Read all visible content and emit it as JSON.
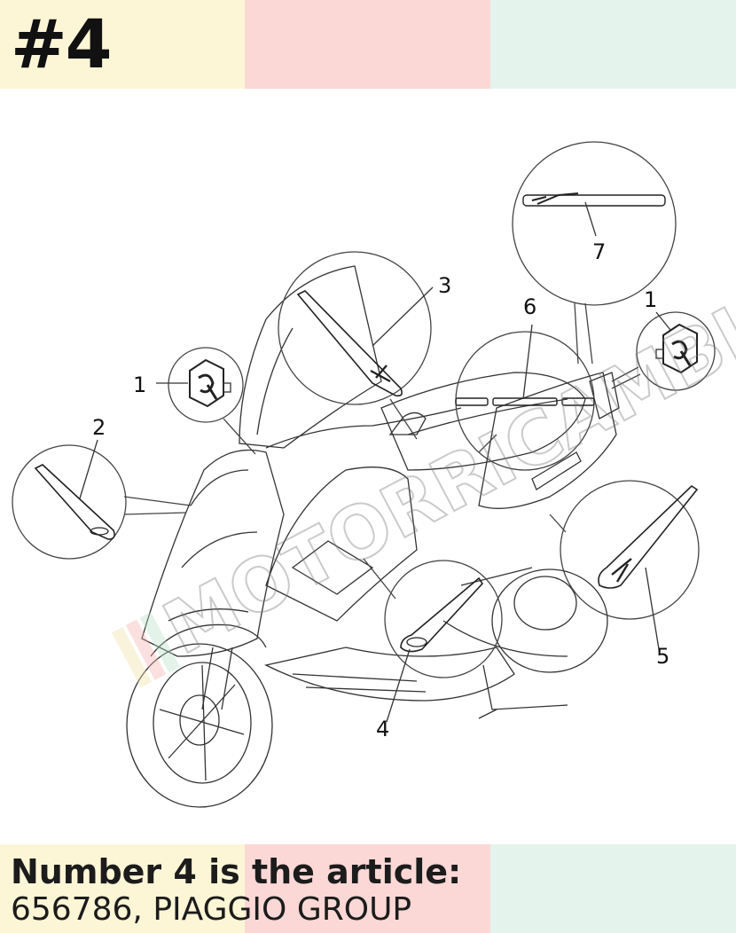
{
  "header": {
    "number_label": "#4",
    "band_colors": [
      "#fdf6d6",
      "#fbd8d6",
      "#e4f4ec"
    ]
  },
  "diagram": {
    "callouts": [
      "1",
      "2",
      "3",
      "6",
      "7",
      "1",
      "5",
      "4"
    ],
    "watermark": "MOTORRICAMBI",
    "badge_color": "#222222"
  },
  "footer": {
    "heading": "Number 4 is the article:",
    "article": "656786, PIAGGIO GROUP",
    "band_colors": [
      "#fdf6d6",
      "#fbd8d6",
      "#e4f4ec"
    ]
  }
}
